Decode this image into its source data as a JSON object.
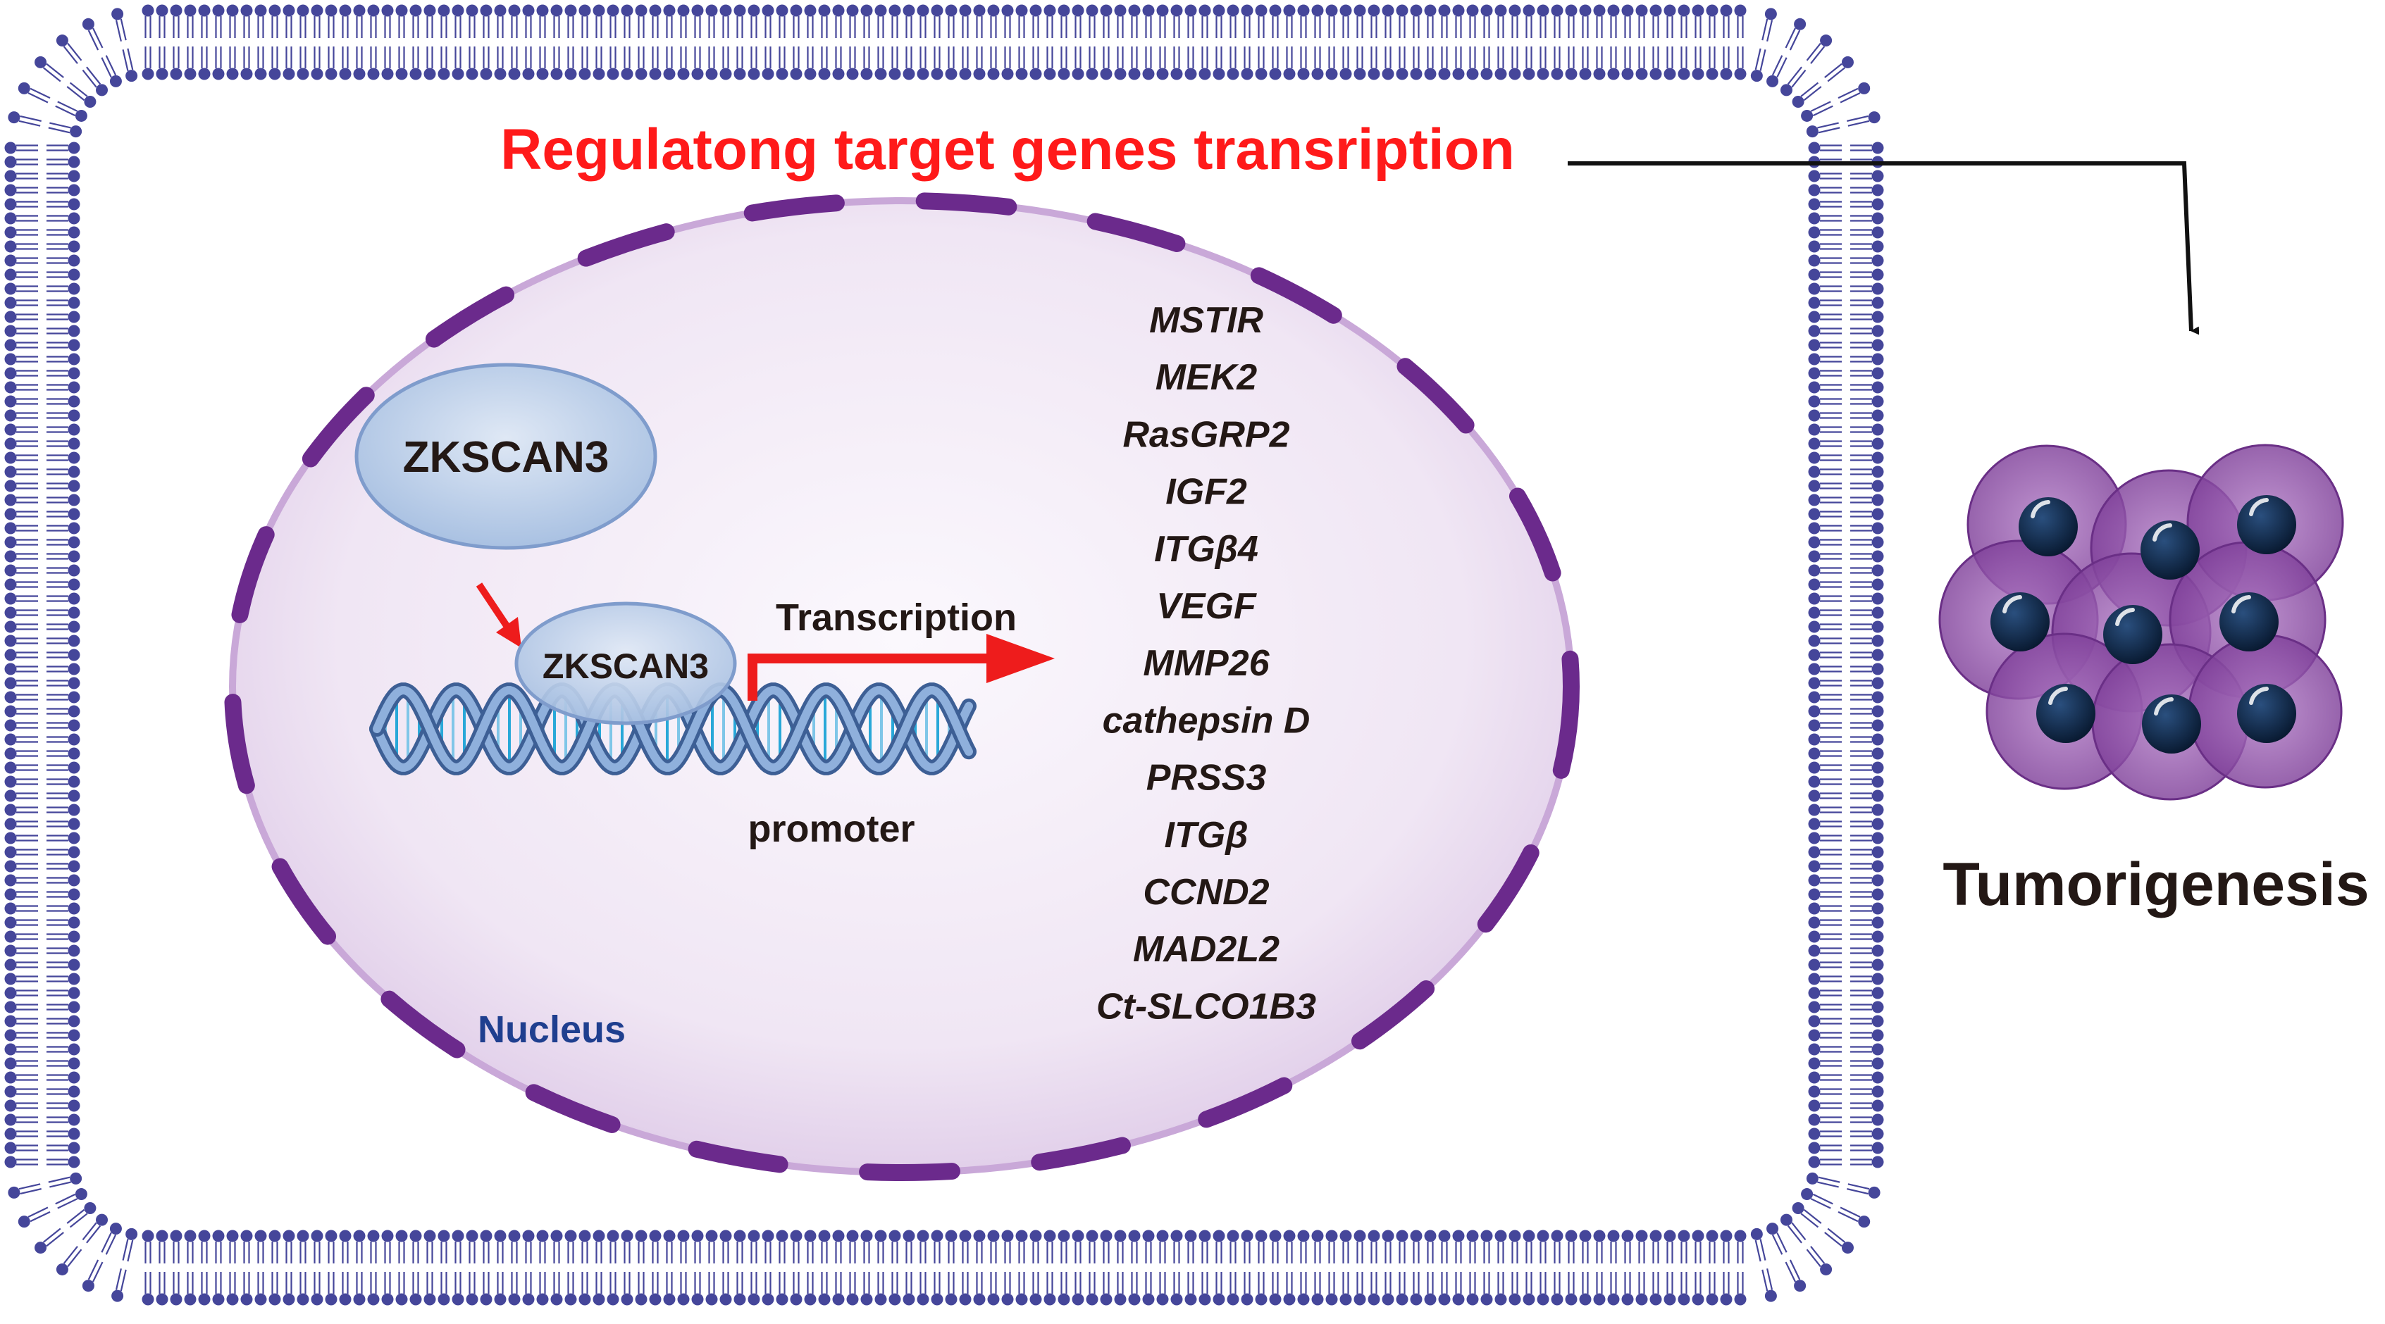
{
  "title": "Regulatong target genes transription",
  "protein_free": "ZKSCAN3",
  "protein_bound": "ZKSCAN3",
  "transcription_label": "Transcription",
  "promoter_label": "promoter",
  "nucleus_label": "Nucleus",
  "outcome_label": "Tumorigenesis",
  "target_genes": [
    "MSTIR",
    "MEK2",
    "RasGRP2",
    "IGF2",
    "ITGβ4",
    "VEGF",
    "MMP26",
    "cathepsin D",
    "PRSS3",
    "ITGβ",
    "CCND2",
    "MAD2L2",
    "Ct-SLCO1B3"
  ],
  "colors": {
    "title_red": "#ff1a1a",
    "arrow_red": "#ee1c1c",
    "membrane_blue": "#45469a",
    "nuclear_envelope": "#6b2a8c",
    "nucleus_fill": "#ece0f1",
    "protein_fill": "#c5d6ec",
    "dna_blue": "#5e86bf",
    "nucleus_text": "#1f3f8f",
    "tumor_cell": "#8a4aa3",
    "tumor_nucleus": "#0f2748",
    "text_dark": "#231815"
  }
}
